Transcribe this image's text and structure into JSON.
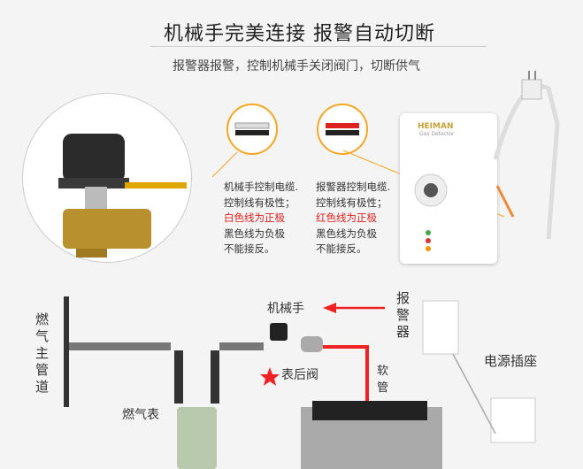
{
  "header": {
    "title": "机械手完美连接  报警自动切断",
    "subtitle": "报警器报警，控制机械手关闭阀门，切断供气"
  },
  "left_desc": [
    "机械手控制电缆.",
    "控制线有极性；",
    "白色线为正极",
    "黑色线为负极",
    "不能接反。"
  ],
  "right_desc": [
    "报警器控制电缆.",
    "控制线有极性；",
    "红色线为正极",
    "黑色线为负极",
    "不能接反。"
  ],
  "detector": {
    "brand": "HEIMAN",
    "model": "Gas Detector"
  },
  "diagram": {
    "main_pipe": "燃气主管道",
    "meter": "燃气表",
    "manipulator": "机械手",
    "alarm": "报警器",
    "valve": "表后阀",
    "hose": "软管",
    "socket": "电源插座"
  },
  "colors": {
    "accent": "#f5a623",
    "red": "#e02020"
  }
}
